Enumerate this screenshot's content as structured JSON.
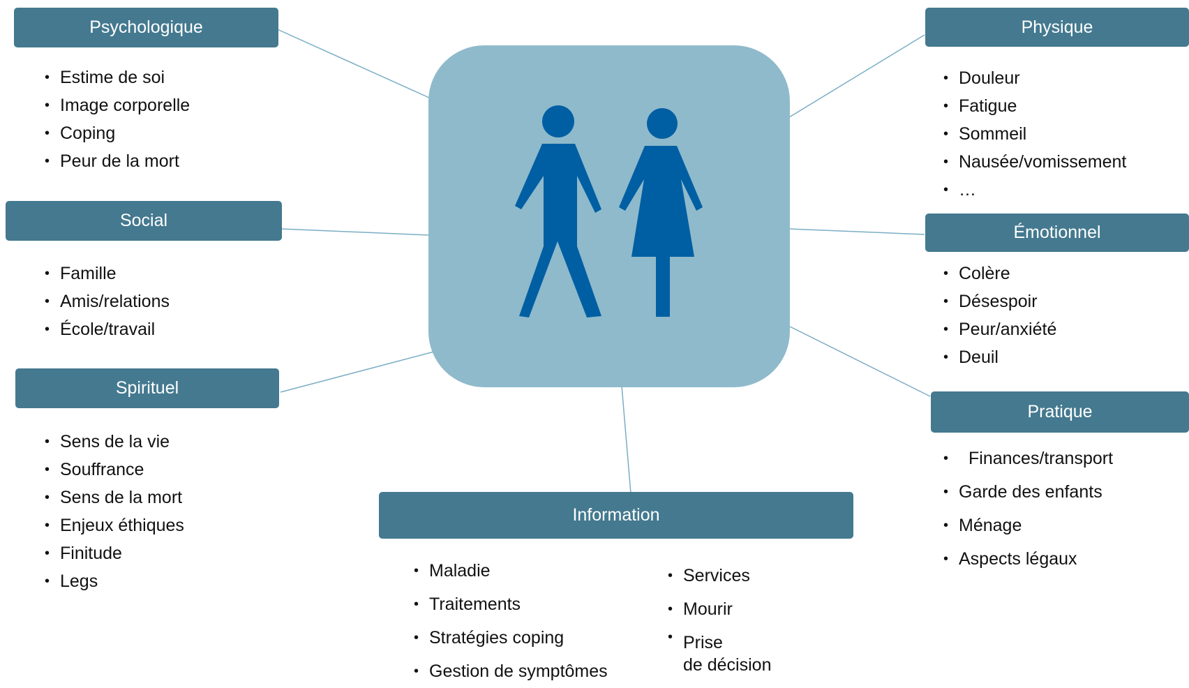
{
  "colors": {
    "header_bg": "#44798f",
    "header_text": "#ffffff",
    "center_tile": "#8fbacb",
    "figure": "#005fa3",
    "connector": "#7aaec4"
  },
  "center": {
    "icon": "people-male-female-icon"
  },
  "categories": {
    "psychologique": {
      "title": "Psychologique",
      "items": [
        "Estime de soi",
        "Image corporelle",
        "Coping",
        "Peur de la mort"
      ]
    },
    "social": {
      "title": "Social",
      "items": [
        "Famille",
        "Amis/relations",
        "École/travail"
      ]
    },
    "spirituel": {
      "title": "Spirituel",
      "items": [
        "Sens de la vie",
        "Souffrance",
        "Sens de la mort",
        "Enjeux éthiques",
        "Finitude",
        "Legs"
      ]
    },
    "physique": {
      "title": "Physique",
      "items": [
        "Douleur",
        "Fatigue",
        "Sommeil",
        "Nausée/vomissement",
        "…"
      ]
    },
    "emotionnel": {
      "title": "Émotionnel",
      "items": [
        "Colère",
        "Désespoir",
        "Peur/anxiété",
        "Deuil"
      ]
    },
    "pratique": {
      "title": "Pratique",
      "items": [
        "Finances/transport",
        "Garde des enfants",
        "Ménage",
        "Aspects légaux"
      ]
    },
    "information": {
      "title": "Information",
      "items_left": [
        "Maladie",
        "Traitements",
        "Stratégies coping",
        "Gestion de symptômes"
      ],
      "items_right": [
        "Services",
        "Mourir",
        "Prise\nde décision"
      ]
    }
  }
}
